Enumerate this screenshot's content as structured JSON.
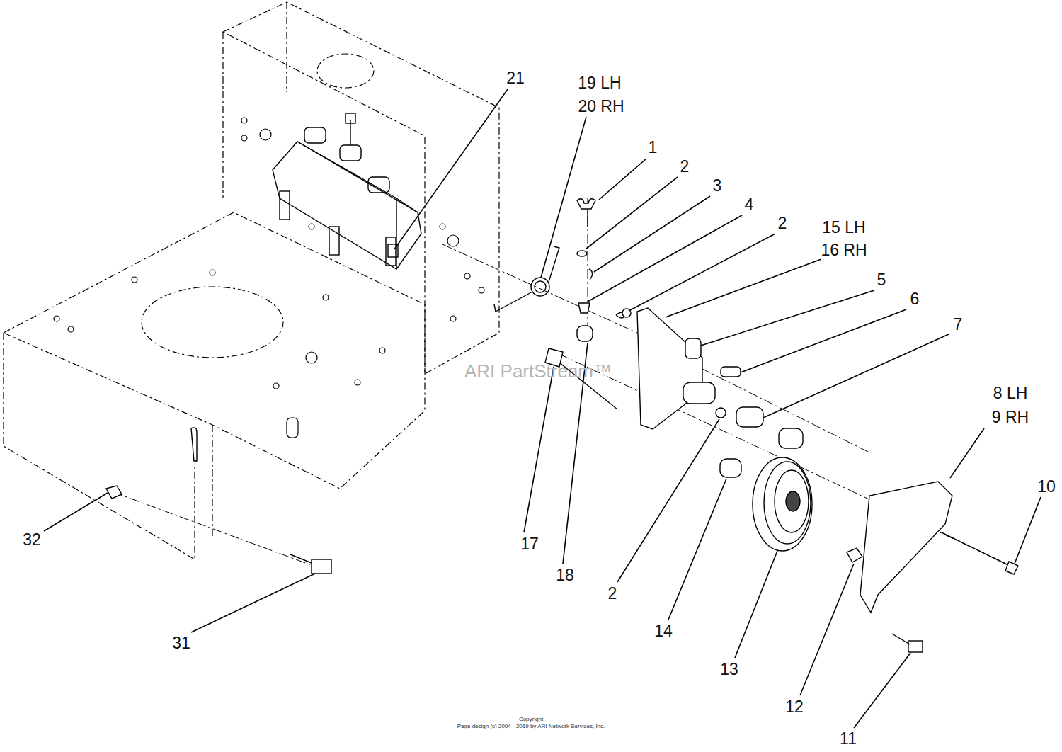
{
  "diagram": {
    "labels": [
      "21",
      "19 LH",
      "20 RH",
      "1",
      "2",
      "3",
      "4",
      "2",
      "15 LH",
      "16 RH",
      "5",
      "6",
      "7",
      "8 LH",
      "9 RH",
      "10",
      "32",
      "17",
      "18",
      "2",
      "14",
      "13",
      "12",
      "11",
      "31",
      "ARI PartStream™",
      "Copyright",
      "Page design (c) 2004 - 2019 by ARI Network Services, Inc."
    ]
  }
}
